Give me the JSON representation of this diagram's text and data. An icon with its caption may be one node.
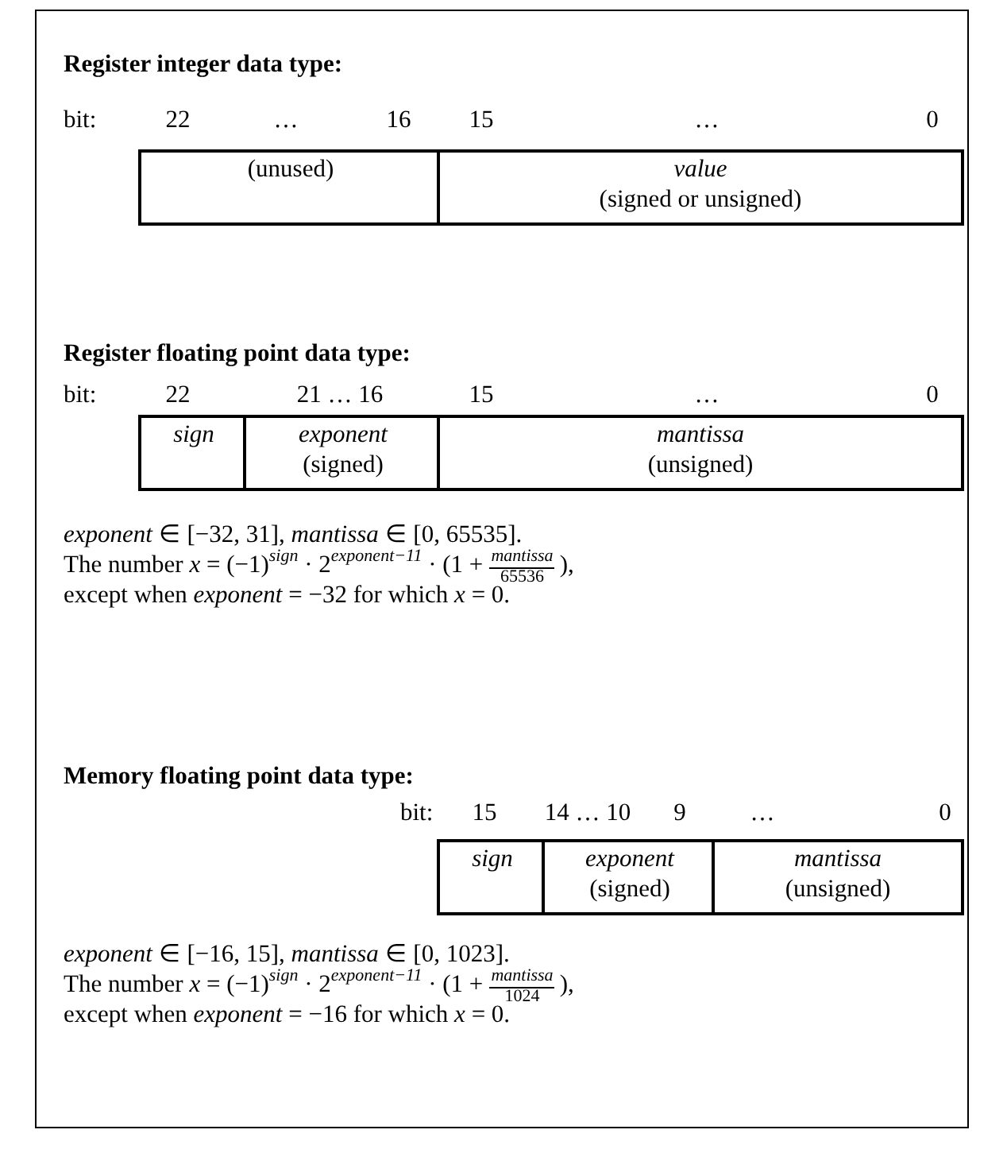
{
  "diagram": {
    "nodes": [
      {
        "text": [
          "(unused)"
        ]
      },
      {
        "text": [
          "*value*",
          "(signed or unsigned)"
        ]
      },
      {
        "text": [
          "*sign*"
        ]
      },
      {
        "text": [
          "*exponent*",
          "(signed)"
        ]
      },
      {
        "text": [
          "*mantissa*",
          "(unsigned)"
        ]
      },
      {
        "text": [
          "*sign*"
        ]
      },
      {
        "text": [
          "*exponent*",
          "(signed)"
        ]
      },
      {
        "text": [
          "*mantissa*",
          "(unsigned)"
        ]
      }
    ],
    "labels": [
      "Register integer data type:",
      "bit:",
      "22",
      "…",
      "16",
      "15",
      "…",
      "0",
      "Register floating point data type:",
      "bit:",
      "22",
      "21 … 16",
      "15",
      "…",
      "0",
      "*exponent* ∈ [−32, 31], *mantissa* ∈ [0, 65535].",
      "The number *x* = (−1)$^{sign}$ · 2$^{exponent−11}$ · (1 +",
      "mantissa",
      "65536",
      "),",
      "except when *exponent* = −32 for which *x* = 0.",
      "Memory floating point data type:",
      "bit:",
      "15",
      "14 … 10",
      "9",
      "…",
      "0",
      "*exponent* ∈ [−16, 15], *mantissa* ∈ [0, 1023].",
      "The number *x* = (−1)$^{sign}$ · 2$^{exponent−11}$ · (1 +",
      "mantissa",
      "1024",
      "),",
      "except when *exponent* = −16 for which *x* = 0."
    ]
  }
}
